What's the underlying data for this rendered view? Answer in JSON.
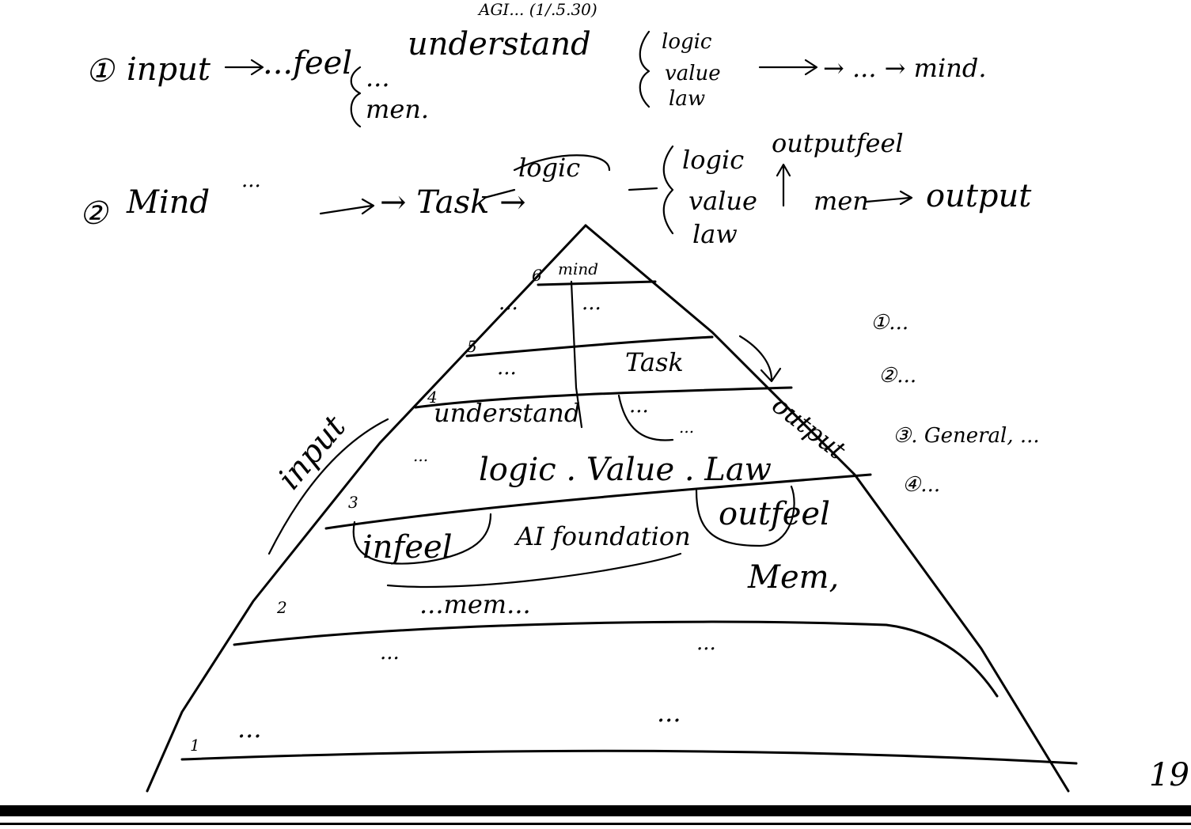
{
  "header": {
    "top_note": "AGI... (1/.5.30)",
    "line1": {
      "num": "①",
      "input": "input",
      "feel": "...feel",
      "bracket_a1": "...",
      "bracket_a2": "men.",
      "understand": "understand",
      "logic": "logic",
      "value": "value",
      "law": "law",
      "result": "→ ... → mind."
    },
    "line2": {
      "num": "②",
      "mind": "Mind",
      "mind_note": "...",
      "task": "→ Task →",
      "logic_top": "logic",
      "logic2": "logic",
      "value2": "value",
      "law2": "law",
      "outputfeel": "outputfeel",
      "men2": "men",
      "output": "output"
    }
  },
  "pyramid": {
    "apex_mind": "mind",
    "level6": "6",
    "level5": "5",
    "level4": "4",
    "level3": "3",
    "level2": "2",
    "level1": "1",
    "l6_left": "...",
    "l6_right": "...",
    "l5_left": "...",
    "l5_task": "Task",
    "l4_understand": "understand",
    "l4_under_note": "...",
    "l4_right": "...",
    "l4_right2": "...",
    "l4_lvl": "logic . Value . Law",
    "l3_infeel": "infeel",
    "l3_foundation": "AI foundation",
    "l3_outfeel": "outfeel",
    "l2_text": "...mem...",
    "l2_mem": "Mem,",
    "l1_label_left": "...",
    "l1_label_right": "...",
    "l1_left": "...",
    "l1_right": "...",
    "side_input": "input",
    "side_output": "output"
  },
  "right_notes": {
    "n1": "①...",
    "n2": "②...",
    "n3": "③. General, ...",
    "n4": "④..."
  },
  "page_number": "19"
}
